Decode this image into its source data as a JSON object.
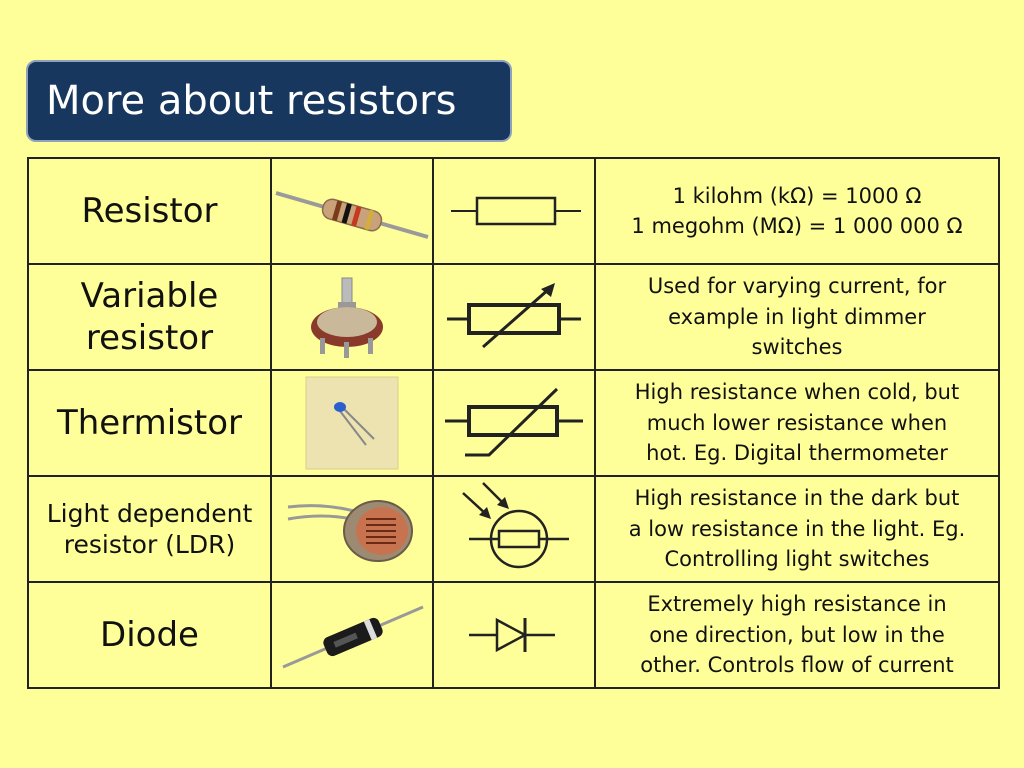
{
  "title": "More about resistors",
  "rows": [
    {
      "name": "Resistor",
      "desc": [
        "1 kilohm (kΩ) = 1000 Ω",
        "1 megohm (MΩ)  =  1 000 000 Ω"
      ]
    },
    {
      "name": [
        "Variable",
        "resistor"
      ],
      "desc": [
        "Used for varying current, for",
        "example in light dimmer",
        "switches"
      ]
    },
    {
      "name": "Thermistor",
      "desc": [
        "High resistance when cold, but",
        "much lower resistance when",
        "hot. Eg. Digital thermometer"
      ]
    },
    {
      "name": [
        "Light dependent",
        "resistor (LDR)"
      ],
      "desc": [
        "High resistance in the dark but",
        "a low resistance in the light. Eg.",
        "Controlling light switches"
      ]
    },
    {
      "name": "Diode",
      "desc": [
        "Extremely high resistance in",
        "one direction, but low in the",
        "other. Controls flow of current"
      ]
    }
  ],
  "icons": [
    "resistor-photo",
    "resistor-symbol",
    "potentiometer-photo",
    "variable-resistor-symbol",
    "thermistor-photo",
    "thermistor-symbol",
    "ldr-photo",
    "ldr-symbol",
    "diode-photo",
    "diode-symbol"
  ]
}
